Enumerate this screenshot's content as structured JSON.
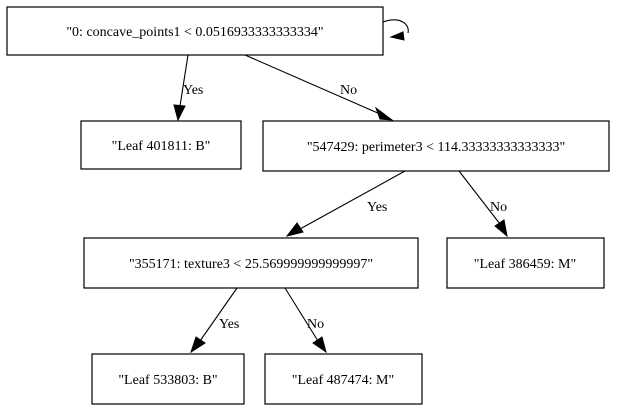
{
  "diagram": {
    "nodes": {
      "root": "\"0: concave_points1 < 0.0516933333333334\"",
      "leaf_401811": "\"Leaf 401811: B\"",
      "split_547429": "\"547429: perimeter3 < 114.33333333333333\"",
      "split_355171": "\"355171: texture3 < 25.569999999999997\"",
      "leaf_386459": "\"Leaf 386459: M\"",
      "leaf_533803": "\"Leaf 533803: B\"",
      "leaf_487474": "\"Leaf 487474: M\""
    },
    "edges": {
      "root_to_leaf_401811": "Yes",
      "root_to_split_547429": "No",
      "split_547429_to_split_355171": "Yes",
      "split_547429_to_leaf_386459": "No",
      "split_355171_to_leaf_533803": "Yes",
      "split_355171_to_leaf_487474": "No"
    }
  }
}
